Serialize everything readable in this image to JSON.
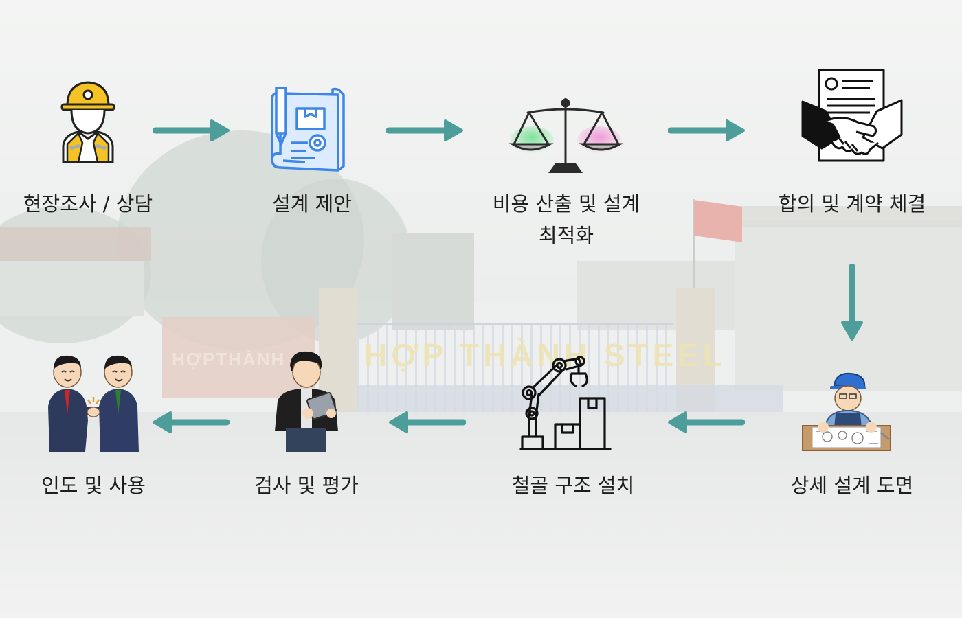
{
  "steps": [
    {
      "label": "현장조사 / 상담",
      "icon": "worker-helmet-icon"
    },
    {
      "label": "설계 제안",
      "icon": "blueprint-icon"
    },
    {
      "label_lines": [
        "비용 산출 및 설계",
        "최적화"
      ],
      "icon": "balance-scale-icon"
    },
    {
      "label": "합의 및 계약 체결",
      "icon": "handshake-contract-icon"
    },
    {
      "label": "상세 설계 도면",
      "icon": "engineer-drawing-icon"
    },
    {
      "label": "철골 구조 설치",
      "icon": "robot-arm-icon"
    },
    {
      "label": "검사 및 평가",
      "icon": "inspector-tablet-icon"
    },
    {
      "label": "인도 및 사용",
      "icon": "businessmen-handshake-icon"
    }
  ],
  "background": {
    "gate_text": "HỢP THÀNH STEEL",
    "sign_text": "HỢPTHÀNH"
  },
  "colors": {
    "arrow": "#4d9e9a",
    "text": "#1d1d1d",
    "blueprint": "#3e86e6",
    "helmet": "#f5c325"
  }
}
